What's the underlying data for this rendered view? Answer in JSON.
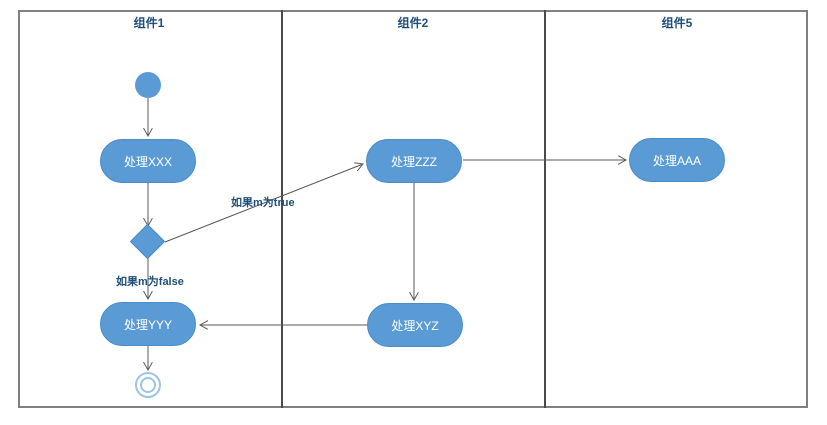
{
  "diagram": {
    "type": "uml-activity-swimlane",
    "lanes": [
      {
        "label": "组件1"
      },
      {
        "label": "组件2"
      },
      {
        "label": "组件5"
      }
    ],
    "nodes": {
      "start": {
        "kind": "initial"
      },
      "xxx": {
        "label": "处理XXX",
        "lane": "组件1"
      },
      "zzz": {
        "label": "处理ZZZ",
        "lane": "组件2"
      },
      "aaa": {
        "label": "处理AAA",
        "lane": "组件5"
      },
      "yyy": {
        "label": "处理YYY",
        "lane": "组件1"
      },
      "xyz": {
        "label": "处理XYZ",
        "lane": "组件2"
      },
      "decision": {
        "kind": "decision"
      },
      "end": {
        "kind": "final"
      }
    },
    "edge_labels": {
      "true_branch": "如果m为true",
      "false_branch": "如果m为false"
    },
    "edges": [
      {
        "from": "start",
        "to": "处理XXX"
      },
      {
        "from": "处理XXX",
        "to": "decision"
      },
      {
        "from": "decision",
        "to": "处理ZZZ",
        "label": "如果m为true"
      },
      {
        "from": "decision",
        "to": "处理YYY",
        "label": "如果m为false"
      },
      {
        "from": "处理ZZZ",
        "to": "处理AAA"
      },
      {
        "from": "处理ZZZ",
        "to": "处理XYZ"
      },
      {
        "from": "处理XYZ",
        "to": "处理YYY"
      },
      {
        "from": "处理YYY",
        "to": "end"
      }
    ],
    "colors": {
      "node_fill": "#5B9BD5",
      "node_text": "#FFFFFF",
      "label_text": "#1F4E79",
      "frame_border": "#808080",
      "lane_divider": "#4A4A4A",
      "connector": "#595959",
      "end_ring": "#9DC3E6"
    }
  }
}
